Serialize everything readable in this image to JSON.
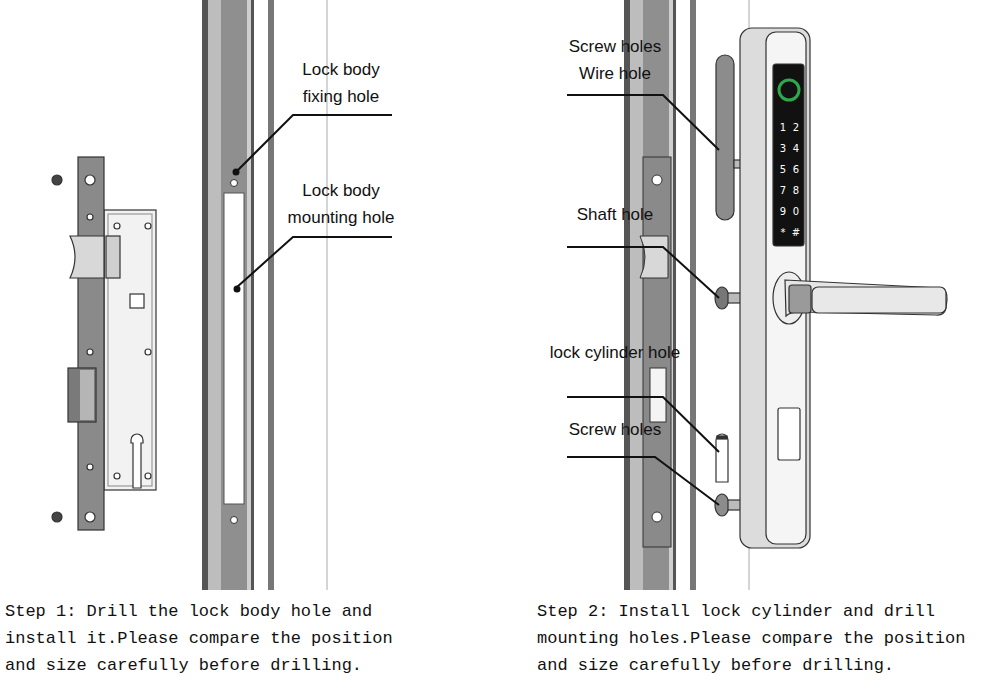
{
  "diagram": {
    "labels": [
      "Lock body fixing hole",
      "Lock body mounting hole",
      "Screw holes",
      "Wire hole",
      "Shaft hole",
      "lock cylinder hole",
      "Screw holes",
      "1",
      "2",
      "3",
      "4",
      "5",
      "6",
      "7",
      "8",
      "9",
      "0",
      "*",
      "#",
      "Step 1: Drill the lock body hole and install it.Please compare the position and size carefully before drilling.",
      "Step 2: Install lock cylinder and drill mounting holes.Please compare the position and size carefully before drilling."
    ]
  }
}
